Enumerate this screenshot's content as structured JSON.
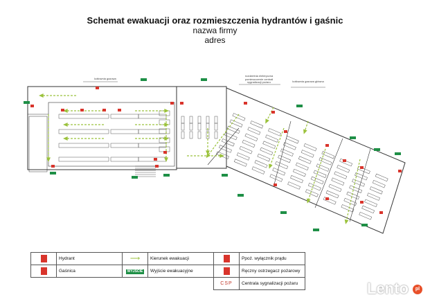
{
  "header": {
    "title": "Schemat ewakuacji oraz rozmieszczenia hydrantów i gaśnic",
    "company": "nazwa firmy",
    "address": "adres"
  },
  "plan": {
    "callouts": {
      "boiler_room": "kotłownia gazowa",
      "electrical_room": "rozdzielnia elektryczna pomieszczenie centrali sygnalizacji pożaru",
      "main_boiler_room": "kotłownia gazowa główna"
    },
    "colors": {
      "exit": "#1e8f46",
      "equipment": "#d9342b",
      "arrow": "#9bc23c",
      "walls": "#333333"
    }
  },
  "legend": {
    "hydrant": {
      "icon": "hydrant-icon",
      "label": "Hydrant"
    },
    "extinguisher": {
      "icon": "extinguisher-icon",
      "label": "Gaśnica"
    },
    "evac_direction": {
      "icon": "arrow-right-icon",
      "label": "Kierunek ewakuacji"
    },
    "exit": {
      "sign": "WYJŚCIE",
      "label": "Wyjście ewakuacyjne"
    },
    "power_switch": {
      "icon": "power-switch-icon",
      "label": "Ppoż. wyłącznik prądu"
    },
    "call_point": {
      "icon": "fire-alarm-call-point-icon",
      "label": "Ręczny ostrzegacz pożarowy"
    },
    "csp": {
      "code": "CSP",
      "label": "Centrala sygnalizacji pożaru"
    }
  },
  "watermark": {
    "brand": "Lento",
    "suffix": "pl"
  }
}
